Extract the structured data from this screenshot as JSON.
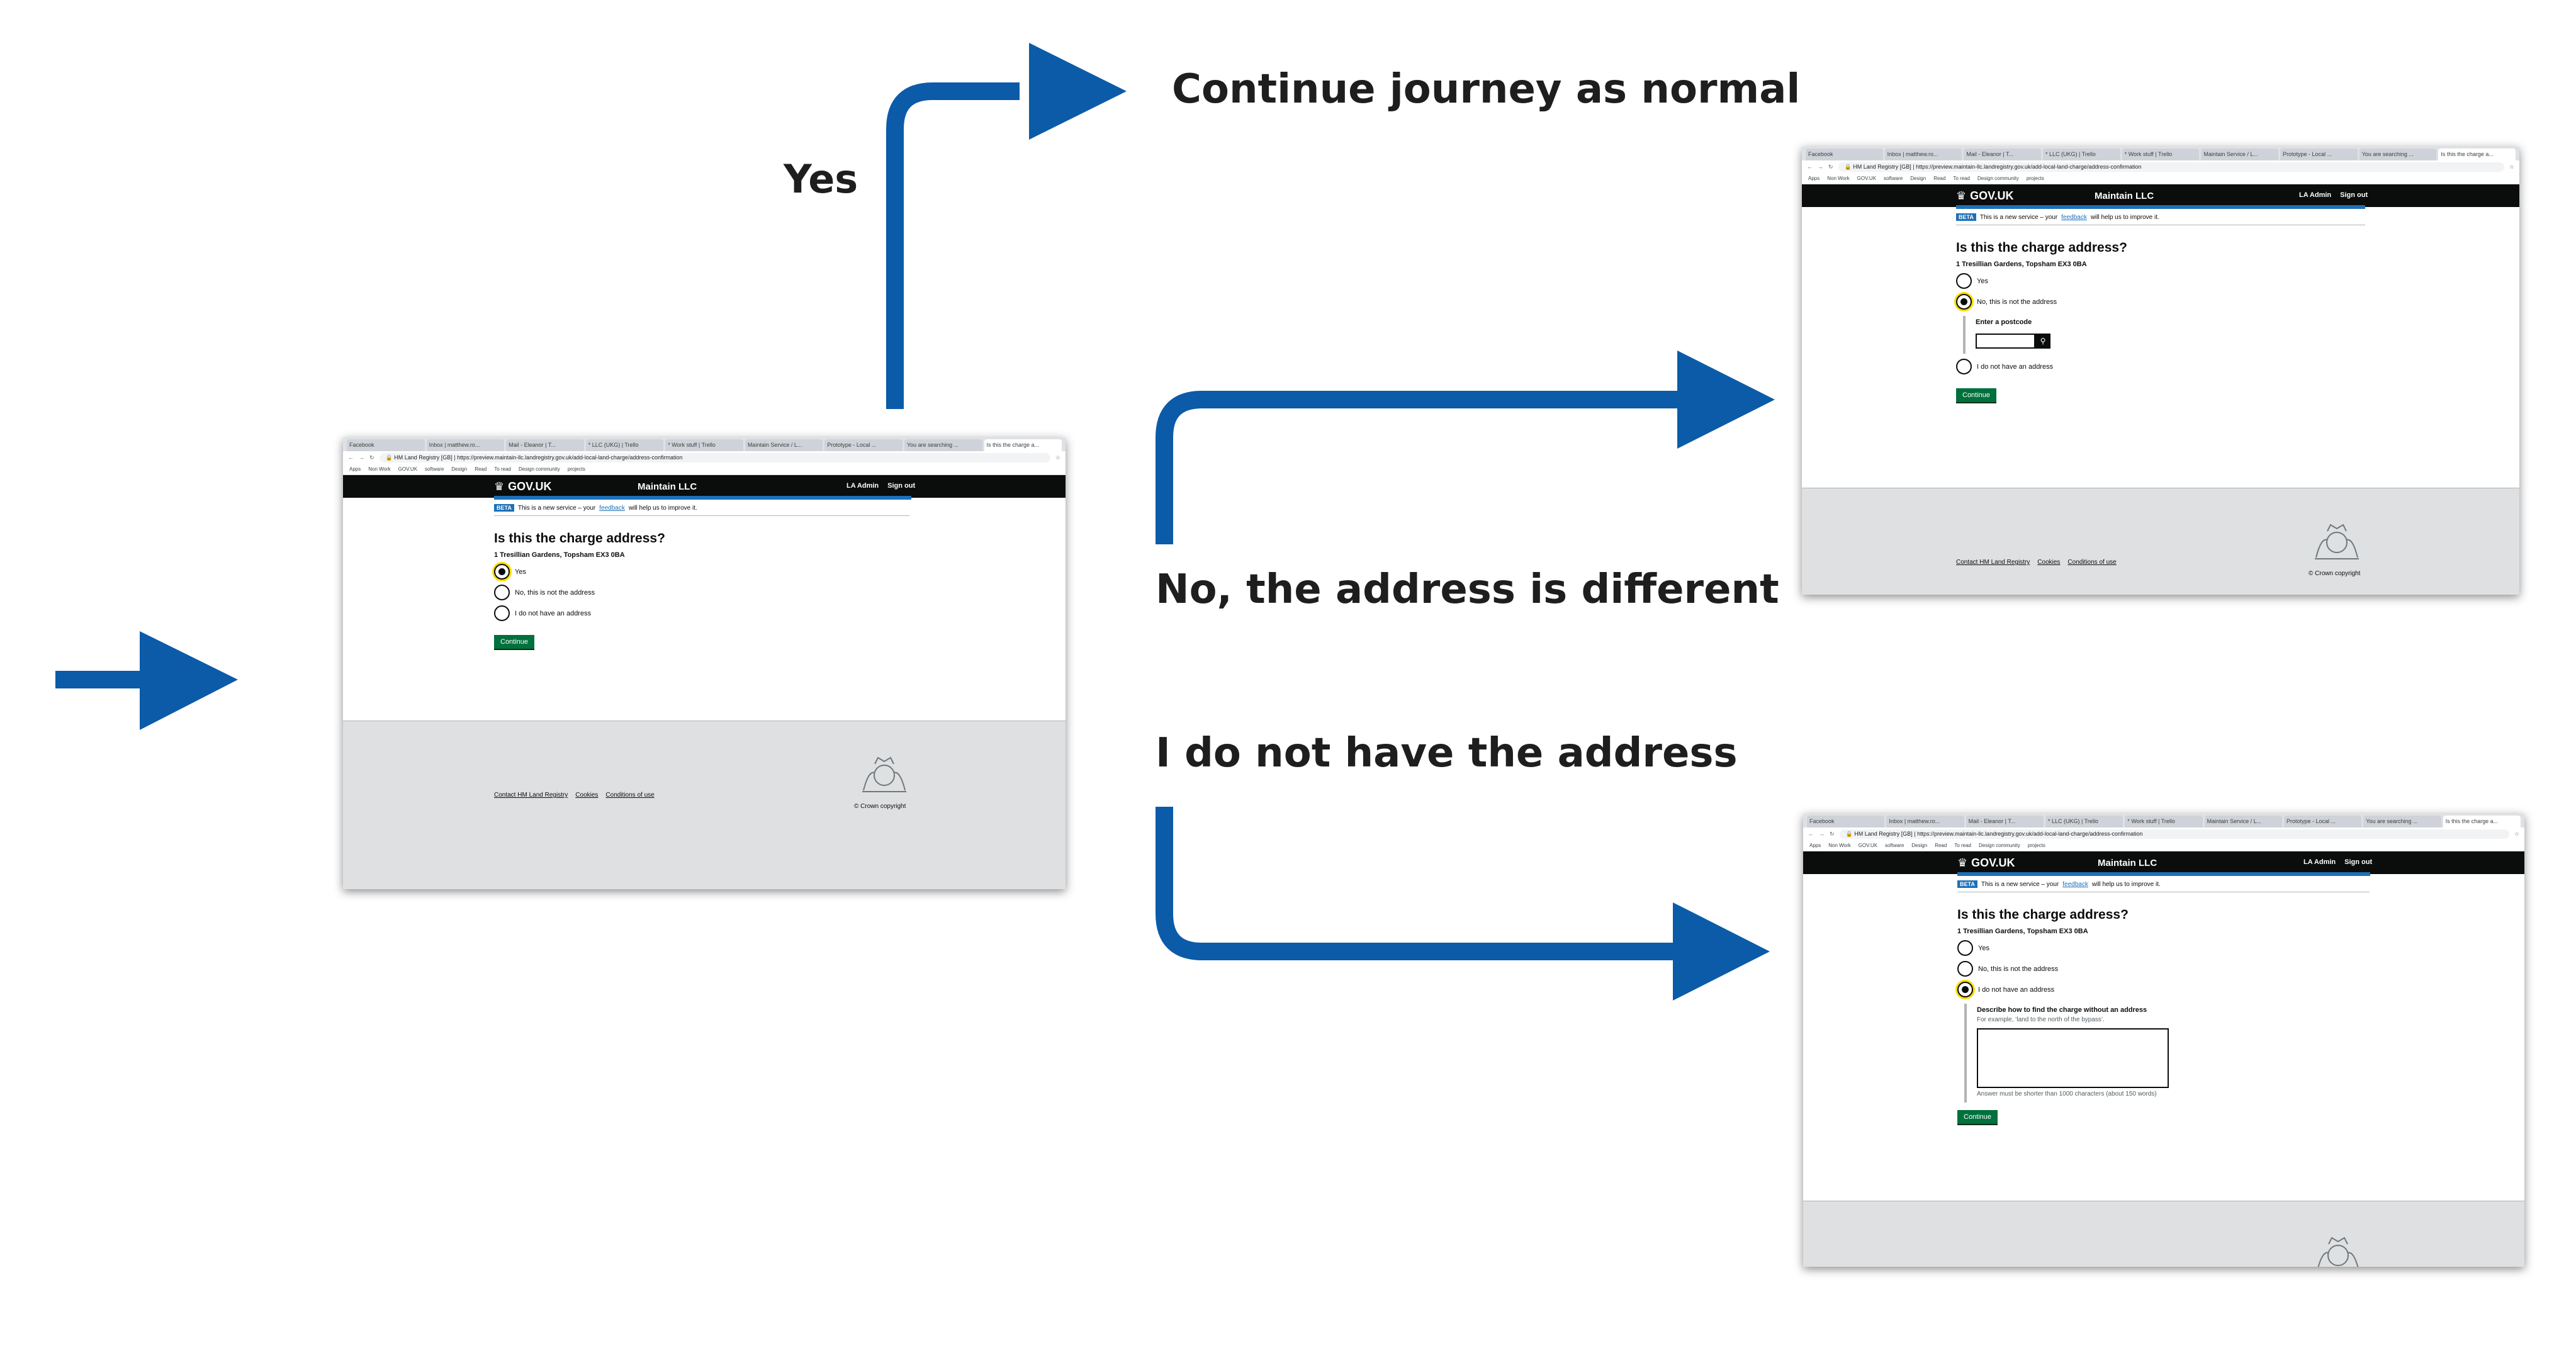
{
  "labels": {
    "yes": "Yes",
    "continue": "Continue journey as normal",
    "different": "No, the address is different",
    "not_have": "I do not have the address"
  },
  "colors": {
    "arrow": "#0b5ba8",
    "govuk_black": "#0b0c0c",
    "govuk_blue": "#1d70b8",
    "govuk_green": "#00703c",
    "footer_grey": "#dee0e2"
  },
  "browser": {
    "tabs": [
      "Facebook",
      "Inbox | matthew.ro...",
      "Mail - Eleanor | T...",
      "* LLC (UKG) | Trello",
      "* Work stuff | Trello",
      "Maintain Service / L...",
      "Prototype - Local ...",
      "You are searching ...",
      "Is this the charge a..."
    ],
    "url_prefix": "HM Land Registry [GB]",
    "url": "https://preview.maintain-llc.landregistry.gov.uk/add-local-land-charge/address-confirmation",
    "bookmarks": [
      "Apps",
      "Non Work",
      "GOV.UK",
      "software",
      "Design",
      "Read",
      "To read",
      "Design community",
      "projects"
    ]
  },
  "header": {
    "brand": "GOV.UK",
    "service": "Maintain LLC",
    "admin": "LA Admin",
    "signout": "Sign out"
  },
  "beta": {
    "tag": "BETA",
    "text_before": "This is a new service – your",
    "link": "feedback",
    "text_after": "will help us to improve it."
  },
  "question": {
    "heading": "Is this the charge address?",
    "address": "1 Tresillian Gardens, Topsham EX3 0BA",
    "options": [
      "Yes",
      "No, this is not the address",
      "I do not have an address"
    ]
  },
  "postcode": {
    "label": "Enter a postcode"
  },
  "describe": {
    "label": "Describe how to find the charge without an address",
    "hint": "For example, ‘land to the north of the bypass’.",
    "count": "Answer must be shorter than 1000 characters (about 150 words)"
  },
  "button": {
    "continue": "Continue"
  },
  "footer": {
    "links": [
      "Contact HM Land Registry",
      "Cookies",
      "Conditions of use"
    ],
    "copyright": "© Crown copyright"
  }
}
